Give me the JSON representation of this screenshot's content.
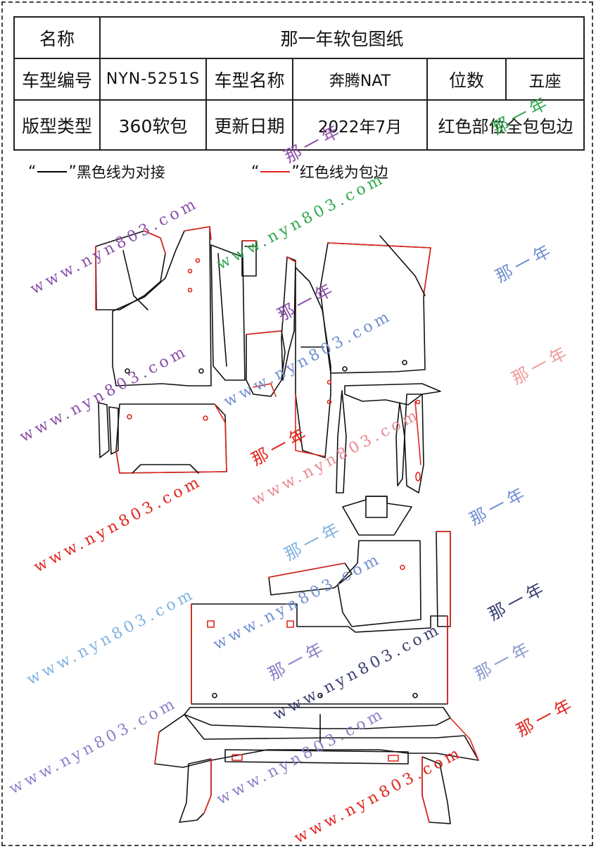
{
  "table": {
    "name_label": "名称",
    "name_value": "那一年软包图纸",
    "model_no_label": "车型编号",
    "model_no_value": "NYN-5251S",
    "model_name_label": "车型名称",
    "model_name_value": "奔腾NAT",
    "seats_label": "位数",
    "seats_value": "五座",
    "type_label": "版型类型",
    "type_value": "360软包",
    "date_label": "更新日期",
    "date_value": "2022年7月",
    "red_note": "红色部位全包包边"
  },
  "legend": {
    "open_quote": "“",
    "close_quote": "”",
    "black_text": "黑色线为对接",
    "red_text": "红色线为包边"
  },
  "watermark": {
    "url": "www.nyn803.com",
    "brand": "那一年"
  },
  "colors": {
    "cut_black": "#111111",
    "edge_red": "#e0241c",
    "wm_purple": "#8a4fa8",
    "wm_blue": "#6f8fd0",
    "wm_green": "#2ea84a",
    "wm_red": "#e0241c",
    "wm_gray": "#3a3f6e"
  }
}
